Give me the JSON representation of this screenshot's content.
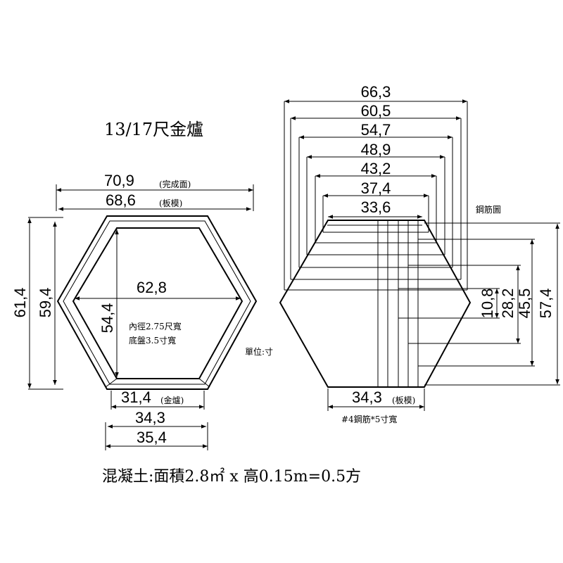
{
  "title": "13/17尺金爐",
  "left": {
    "top_dims": [
      {
        "value": "70,9",
        "note": "(完成面)"
      },
      {
        "value": "68,6",
        "note": "(板模)"
      }
    ],
    "left_dims": [
      "61,4",
      "59,4"
    ],
    "inner_width": "62,8",
    "inner_height": "54,4",
    "notes": [
      "內徑2.75尺寬",
      "底盤3.5寸寬"
    ],
    "bottom_dims": [
      {
        "value": "31,4",
        "note": "(金爐)"
      },
      {
        "value": "34,3",
        "note": ""
      },
      {
        "value": "35,4",
        "note": ""
      }
    ]
  },
  "unit_label": "單位:寸",
  "right": {
    "top_dims": [
      "66,3",
      "60,5",
      "54,7",
      "48,9",
      "43,2",
      "37,4",
      "33,6"
    ],
    "rebar_label": "鋼筋圖",
    "right_dims": [
      "10,8",
      "28,2",
      "45,5",
      "57,4"
    ],
    "bottom_dim": {
      "value": "34,3",
      "note": "(板模)"
    },
    "rebar_spec": "#4鋼筋*5寸寬"
  },
  "footer": "混凝土:面積2.8㎡ x 高0.15m=0.5方"
}
